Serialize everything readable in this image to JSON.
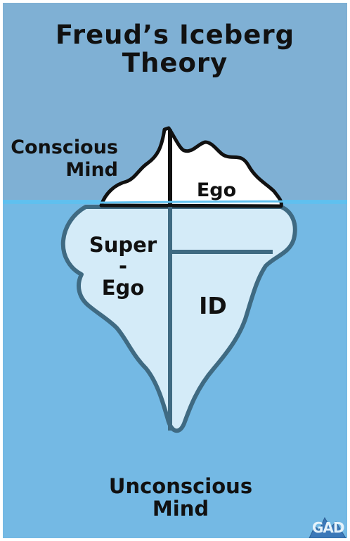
{
  "title": {
    "line1": "Freud’s Iceberg",
    "line2": "Theory"
  },
  "labels": {
    "conscious_line1": "Conscious",
    "conscious_line2": "Mind",
    "ego": "Ego",
    "superego_line1": "Super",
    "superego_line2": "-",
    "superego_line3": "Ego",
    "id": "ID",
    "unconscious_line1": "Unconscious",
    "unconscious_line2": "Mind"
  },
  "logo": {
    "text": "GAD"
  },
  "colors": {
    "sky": "#7fb0d4",
    "sea": "#74b9e4",
    "waterline": "#62bfee",
    "ice_above": "#ffffff",
    "ice_below": "#d4ebf8",
    "outline_below": "#3f6a82",
    "text": "#111111"
  }
}
